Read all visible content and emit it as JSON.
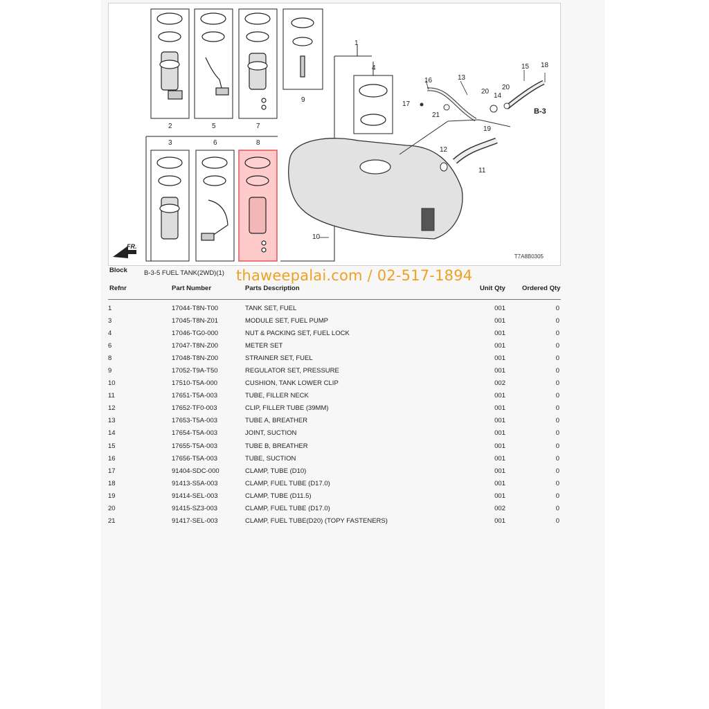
{
  "diagram": {
    "code": "T7A8B0305",
    "direction_label": "FR.",
    "section_label": "B-3",
    "callouts": [
      "1",
      "2",
      "3",
      "4",
      "5",
      "6",
      "7",
      "8",
      "9",
      "10",
      "11",
      "12",
      "13",
      "14",
      "15",
      "16",
      "17",
      "18",
      "19",
      "20",
      "20",
      "21"
    ],
    "highlight_color": "#ff9e9e"
  },
  "header": {
    "block_label": "Block",
    "block_value": "B-3-5 FUEL TANK(2WD)(1)",
    "watermark": "thaweepalai.com / 02-517-1894",
    "col_ref": "Refnr",
    "col_part": "Part Number",
    "col_desc": "Parts Description",
    "col_unit": "Unit Qty",
    "col_ordered": "Ordered Qty"
  },
  "rows": [
    {
      "ref": "1",
      "part": "17044-T8N-T00",
      "desc": "TANK SET, FUEL",
      "unit": "001",
      "ordered": "0"
    },
    {
      "ref": "3",
      "part": "17045-T8N-Z01",
      "desc": "MODULE SET, FUEL PUMP",
      "unit": "001",
      "ordered": "0"
    },
    {
      "ref": "4",
      "part": "17046-TG0-000",
      "desc": "NUT & PACKING SET, FUEL LOCK",
      "unit": "001",
      "ordered": "0"
    },
    {
      "ref": "6",
      "part": "17047-T8N-Z00",
      "desc": "METER SET",
      "unit": "001",
      "ordered": "0"
    },
    {
      "ref": "8",
      "part": "17048-T8N-Z00",
      "desc": "STRAINER SET, FUEL",
      "unit": "001",
      "ordered": "0"
    },
    {
      "ref": "9",
      "part": "17052-T9A-T50",
      "desc": "REGULATOR SET, PRESSURE",
      "unit": "001",
      "ordered": "0"
    },
    {
      "ref": "10",
      "part": "17510-T5A-000",
      "desc": "CUSHION, TANK LOWER CLIP",
      "unit": "002",
      "ordered": "0"
    },
    {
      "ref": "11",
      "part": "17651-T5A-003",
      "desc": "TUBE, FILLER NECK",
      "unit": "001",
      "ordered": "0"
    },
    {
      "ref": "12",
      "part": "17652-TF0-003",
      "desc": "CLIP, FILLER TUBE (39MM)",
      "unit": "001",
      "ordered": "0"
    },
    {
      "ref": "13",
      "part": "17653-T5A-003",
      "desc": "TUBE A, BREATHER",
      "unit": "001",
      "ordered": "0"
    },
    {
      "ref": "14",
      "part": "17654-T5A-003",
      "desc": "JOINT, SUCTION",
      "unit": "001",
      "ordered": "0"
    },
    {
      "ref": "15",
      "part": "17655-T5A-003",
      "desc": "TUBE B, BREATHER",
      "unit": "001",
      "ordered": "0"
    },
    {
      "ref": "16",
      "part": "17656-T5A-003",
      "desc": "TUBE, SUCTION",
      "unit": "001",
      "ordered": "0"
    },
    {
      "ref": "17",
      "part": "91404-SDC-000",
      "desc": "CLAMP, TUBE (D10)",
      "unit": "001",
      "ordered": "0"
    },
    {
      "ref": "18",
      "part": "91413-S5A-003",
      "desc": "CLAMP, FUEL TUBE (D17.0)",
      "unit": "001",
      "ordered": "0"
    },
    {
      "ref": "19",
      "part": "91414-SEL-003",
      "desc": "CLAMP, TUBE (D11.5)",
      "unit": "001",
      "ordered": "0"
    },
    {
      "ref": "20",
      "part": "91415-SZ3-003",
      "desc": "CLAMP, FUEL TUBE (D17.0)",
      "unit": "002",
      "ordered": "0"
    },
    {
      "ref": "21",
      "part": "91417-SEL-003",
      "desc": "CLAMP, FUEL TUBE(D20) (TOPY FASTENERS)",
      "unit": "001",
      "ordered": "0"
    }
  ]
}
